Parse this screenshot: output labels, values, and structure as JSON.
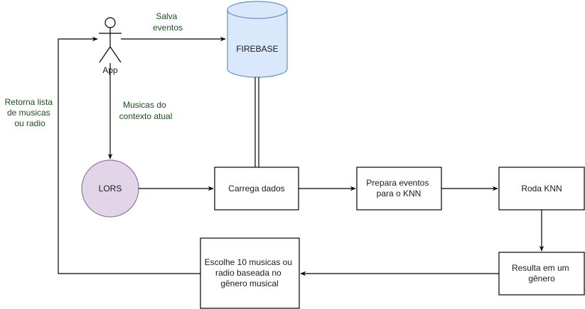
{
  "actor": {
    "label": "App"
  },
  "database": {
    "label": "FIREBASE"
  },
  "edge_labels": {
    "save_events": [
      "Salva",
      "eventos"
    ],
    "current_context": [
      "Musicas do",
      "contexto atual"
    ],
    "returns_list": [
      "Retorna lista",
      "de musicas",
      "ou radio"
    ]
  },
  "nodes": {
    "lors": {
      "label": "LORS"
    },
    "load_data": {
      "label": [
        "Carrega dados"
      ]
    },
    "prepare_events": {
      "label": [
        "Prepara eventos",
        "para o KNN"
      ]
    },
    "run_knn": {
      "label": [
        "Roda KNN"
      ]
    },
    "genre_result": {
      "label": [
        "Resulta em um",
        "gênero"
      ]
    },
    "choose_songs": {
      "label": [
        "Escolhe 10 musicas ou",
        "radio baseada no",
        "gênero musical"
      ]
    }
  },
  "colors": {
    "db_fill": "#dae8fc",
    "db_stroke": "#6c8ebf",
    "lors_fill": "#e1d5e7",
    "lors_stroke": "#9673a6",
    "edge_label_text": "#1d4d1d"
  }
}
